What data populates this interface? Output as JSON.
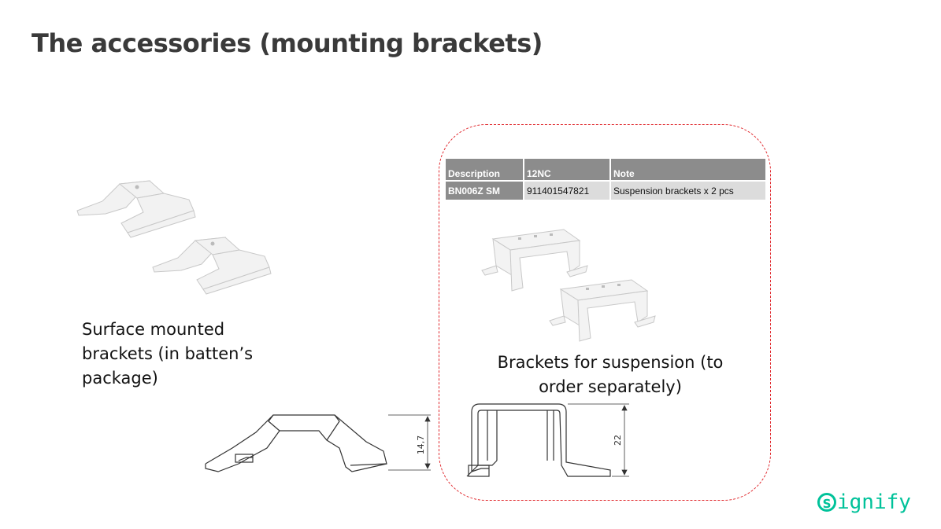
{
  "slide": {
    "title": "The accessories (mounting brackets)"
  },
  "table": {
    "headers": [
      "Description",
      "12NC",
      "Note"
    ],
    "rows": [
      [
        "BN006Z SM",
        "911401547821",
        "Suspension brackets x 2 pcs"
      ]
    ]
  },
  "captions": {
    "surface": "Surface mounted brackets (in batten’s package)",
    "suspension": "Brackets for suspension (to order separately)"
  },
  "dimensions": {
    "surface_height": "14,7",
    "suspension_height": "22"
  },
  "logo": {
    "text": "ignify",
    "mark": "s",
    "color": "#00c29a"
  },
  "colors": {
    "frame": "#e0262b",
    "table_header": "#8c8c8c",
    "table_cell": "#dcdcdc"
  }
}
